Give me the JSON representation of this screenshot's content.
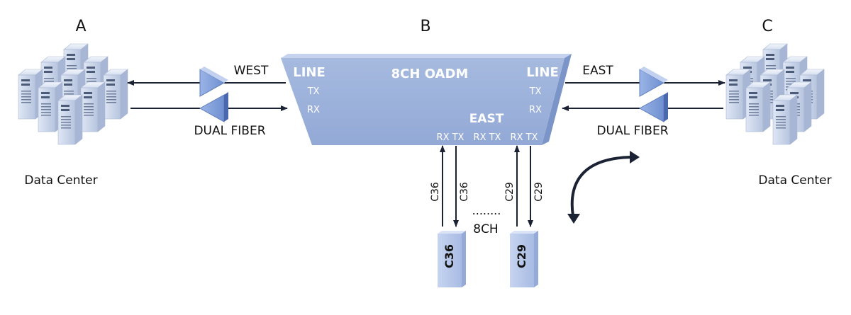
{
  "nodes": {
    "a": {
      "label": "A",
      "caption": "Data Center"
    },
    "b": {
      "label": "B"
    },
    "c": {
      "label": "C",
      "caption": "Data Center"
    }
  },
  "oadm": {
    "title": "8CH OADM",
    "line_left": "LINE",
    "line_right": "LINE",
    "tx": "TX",
    "rx": "RX",
    "east_label": "EAST",
    "port_labels": [
      "RX TX",
      "RX TX",
      "RX TX"
    ]
  },
  "links": {
    "west": "WEST",
    "east": "EAST",
    "dual_fiber": "DUAL FIBER"
  },
  "channels": {
    "first": "C36",
    "last": "C29",
    "dots": "........",
    "count_label": "8CH"
  },
  "colors": {
    "oadm_fill": "#9db2dd",
    "module_fill": "#b8c9ec",
    "arrow": "#1a2233",
    "text": "#111111"
  }
}
